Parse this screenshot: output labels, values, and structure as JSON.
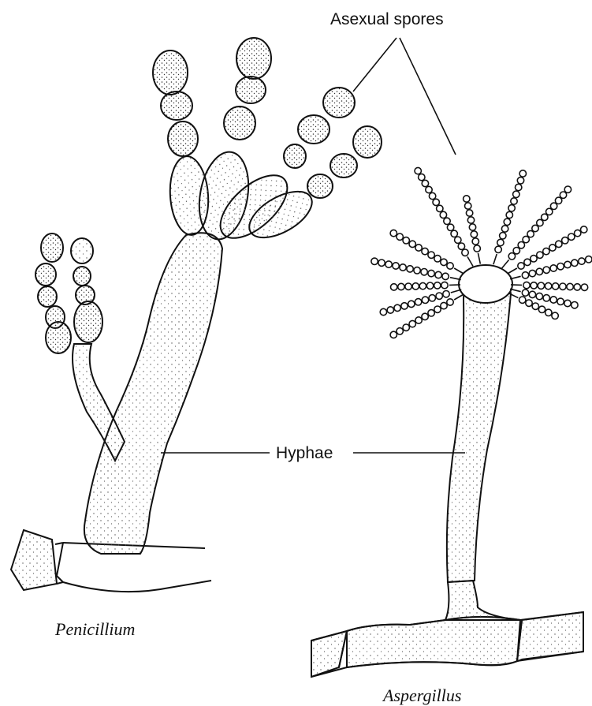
{
  "labels": {
    "asexual_spores": "Asexual spores",
    "hyphae": "Hyphae"
  },
  "captions": {
    "penicillium": "Penicillium",
    "aspergillus": "Aspergillus"
  },
  "colors": {
    "ink": "#111111",
    "fill": "#ffffff",
    "stipple": "#555555"
  }
}
